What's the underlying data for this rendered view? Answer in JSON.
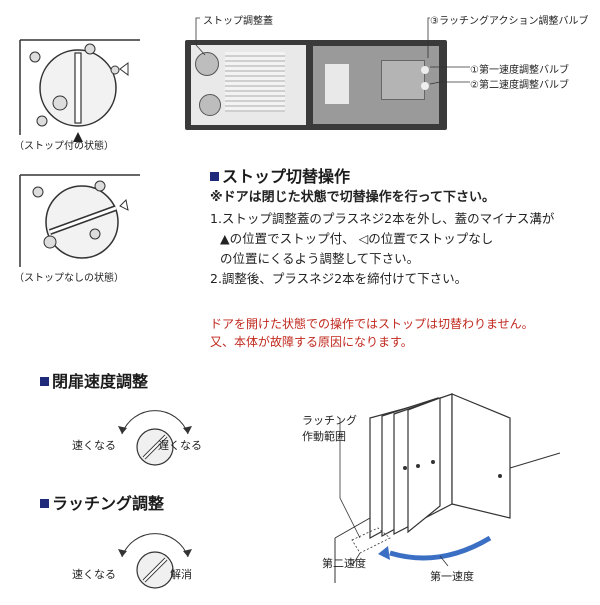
{
  "stop_panel": {
    "with_stop_caption": "（ストップ付の状態）",
    "without_stop_caption": "（ストップなしの状態）"
  },
  "photo": {
    "callout_stop_cover": "ストップ調整蓋",
    "callout_latching": "③ラッチングアクション調整バルブ",
    "callout_speed1": "①第一速度調整バルブ",
    "callout_speed2": "②第二速度調整バルブ"
  },
  "stop_switch": {
    "heading": "ストップ切替操作",
    "note": "※ドアは閉じた状態で切替操作を行って下さい。",
    "step1_line1": "1.ストップ調整蓋のプラスネジ2本を外し、蓋のマイナス溝が",
    "step1_line2": "▲の位置でストップ付、 ◁の位置でストップなし",
    "step1_line3": "の位置にくるよう調整して下さい。",
    "step2": "2.調整後、プラスネジ2本を締付けて下さい。"
  },
  "warning": {
    "line1": "ドアを開けた状態での操作ではストップは切替わりません。",
    "line2": "又、本体が故障する原因になります。"
  },
  "close_speed": {
    "heading": "閉扉速度調整",
    "faster": "速くなる",
    "slower": "遅くなる"
  },
  "latching_adj": {
    "heading": "ラッチング調整",
    "faster": "速くなる",
    "release": "解消"
  },
  "door_diagram": {
    "latching_range_line1": "ラッチング",
    "latching_range_line2": "作動範囲",
    "second_speed": "第二速度",
    "first_speed": "第一速度"
  },
  "colors": {
    "heading_square": "#1f2a7a",
    "warning": "#c0281e",
    "arrow_blue": "#3b6fc4"
  }
}
